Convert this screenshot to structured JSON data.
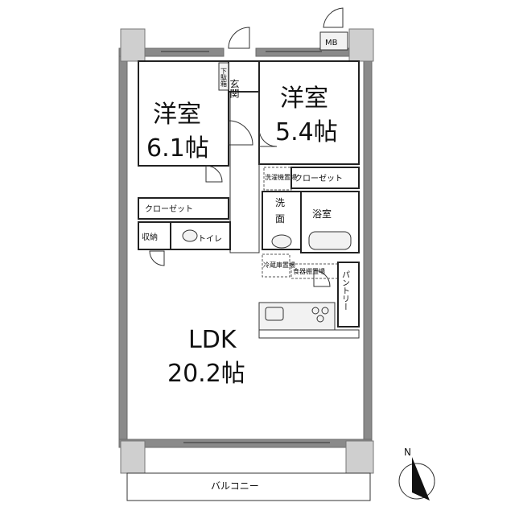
{
  "rooms": {
    "western1": {
      "name": "洋室",
      "size": "6.1帖"
    },
    "western2": {
      "name": "洋室",
      "size": "5.4帖"
    },
    "ldk": {
      "name": "LDK",
      "size": "20.2帖"
    }
  },
  "labels": {
    "mb": "MB",
    "entrance": "玄関",
    "shoe_box": "下駄箱",
    "closet_right": "クローゼット",
    "closet_left": "クローゼット",
    "washer": "洗濯機置場",
    "wash_top": "洗",
    "wash_bottom": "面",
    "bath": "浴室",
    "storage": "収納",
    "toilet": "トイレ",
    "fridge": "冷蔵庫置場",
    "cupboard": "食器棚置場",
    "pantry": "パントリー",
    "balcony": "バルコニー"
  },
  "compass": {
    "north": "N"
  }
}
